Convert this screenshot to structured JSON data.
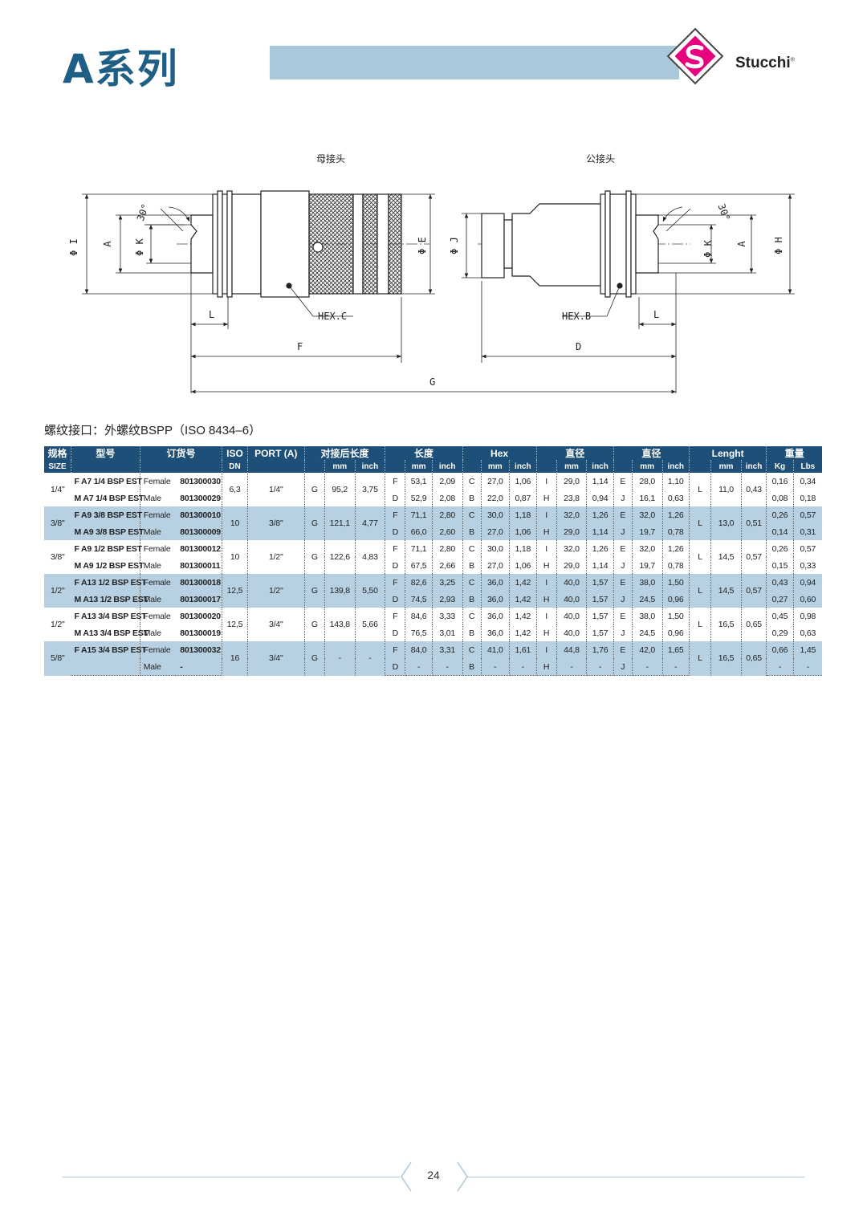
{
  "header": {
    "title": "A系列",
    "brand": "Stucchi",
    "brand_mark": "®"
  },
  "drawing": {
    "female_label": "母接头",
    "male_label": "公接头",
    "left_dims": {
      "phi_i": "Φ I",
      "a": "A",
      "phi_k": "Φ K",
      "angle": "30°",
      "phi_e": "Φ E",
      "hex": "HEX.C",
      "l": "L",
      "f": "F"
    },
    "right_dims": {
      "phi_j": "Φ J",
      "phi_k": "Φ K",
      "a": "A",
      "phi_h": "Φ H",
      "angle": "30°",
      "hex": "HEX.B",
      "l": "L",
      "d": "D"
    },
    "g": "G"
  },
  "thread_caption": "螺纹接口：外螺纹BSPP（ISO 8434–6）",
  "table": {
    "header1": [
      "规格",
      "型号",
      "订货号",
      "ISO",
      "PORT (A)",
      "对接后长度",
      "长度",
      "Hex",
      "直径",
      "直径",
      "Lenght",
      "重量"
    ],
    "header2": {
      "size": "SIZE",
      "dn": "DN",
      "mm": "mm",
      "inch": "inch",
      "kg": "Kg",
      "lbs": "Lbs"
    },
    "groups": [
      {
        "size": "1/4\"",
        "dn": "6,3",
        "port": "1/4\"",
        "g": "G",
        "g_mm": "95,2",
        "g_in": "3,75",
        "l": "L",
        "l_mm": "11,0",
        "l_in": "0,43",
        "rows": [
          {
            "model": "F A7 1/4 BSP EST",
            "gender": "Female",
            "code": "801300030",
            "c1": "F",
            "c1mm": "53,1",
            "c1in": "2,09",
            "c2": "C",
            "c2mm": "27,0",
            "c2in": "1,06",
            "c3": "I",
            "c3mm": "29,0",
            "c3in": "1,14",
            "c4": "E",
            "c4mm": "28,0",
            "c4in": "1,10",
            "kg": "0,16",
            "lbs": "0,34"
          },
          {
            "model": "M A7 1/4 BSP EST",
            "gender": "Male",
            "code": "801300029",
            "c1": "D",
            "c1mm": "52,9",
            "c1in": "2,08",
            "c2": "B",
            "c2mm": "22,0",
            "c2in": "0,87",
            "c3": "H",
            "c3mm": "23,8",
            "c3in": "0,94",
            "c4": "J",
            "c4mm": "16,1",
            "c4in": "0,63",
            "kg": "0,08",
            "lbs": "0,18"
          }
        ]
      },
      {
        "size": "3/8\"",
        "dn": "10",
        "port": "3/8\"",
        "g": "G",
        "g_mm": "121,1",
        "g_in": "4,77",
        "l": "L",
        "l_mm": "13,0",
        "l_in": "0,51",
        "rows": [
          {
            "model": "F A9 3/8 BSP EST",
            "gender": "Female",
            "code": "801300010",
            "c1": "F",
            "c1mm": "71,1",
            "c1in": "2,80",
            "c2": "C",
            "c2mm": "30,0",
            "c2in": "1,18",
            "c3": "I",
            "c3mm": "32,0",
            "c3in": "1,26",
            "c4": "E",
            "c4mm": "32,0",
            "c4in": "1,26",
            "kg": "0,26",
            "lbs": "0,57"
          },
          {
            "model": "M A9 3/8 BSP EST",
            "gender": "Male",
            "code": "801300009",
            "c1": "D",
            "c1mm": "66,0",
            "c1in": "2,60",
            "c2": "B",
            "c2mm": "27,0",
            "c2in": "1,06",
            "c3": "H",
            "c3mm": "29,0",
            "c3in": "1,14",
            "c4": "J",
            "c4mm": "19,7",
            "c4in": "0,78",
            "kg": "0,14",
            "lbs": "0,31"
          }
        ]
      },
      {
        "size": "3/8\"",
        "dn": "10",
        "port": "1/2\"",
        "g": "G",
        "g_mm": "122,6",
        "g_in": "4,83",
        "l": "L",
        "l_mm": "14,5",
        "l_in": "0,57",
        "rows": [
          {
            "model": "F A9 1/2 BSP EST",
            "gender": "Female",
            "code": "801300012",
            "c1": "F",
            "c1mm": "71,1",
            "c1in": "2,80",
            "c2": "C",
            "c2mm": "30,0",
            "c2in": "1,18",
            "c3": "I",
            "c3mm": "32,0",
            "c3in": "1,26",
            "c4": "E",
            "c4mm": "32,0",
            "c4in": "1,26",
            "kg": "0,26",
            "lbs": "0,57"
          },
          {
            "model": "M A9 1/2 BSP EST",
            "gender": "Male",
            "code": "801300011",
            "c1": "D",
            "c1mm": "67,5",
            "c1in": "2,66",
            "c2": "B",
            "c2mm": "27,0",
            "c2in": "1,06",
            "c3": "H",
            "c3mm": "29,0",
            "c3in": "1,14",
            "c4": "J",
            "c4mm": "19,7",
            "c4in": "0,78",
            "kg": "0,15",
            "lbs": "0,33"
          }
        ]
      },
      {
        "size": "1/2\"",
        "dn": "12,5",
        "port": "1/2\"",
        "g": "G",
        "g_mm": "139,8",
        "g_in": "5,50",
        "l": "L",
        "l_mm": "14,5",
        "l_in": "0,57",
        "rows": [
          {
            "model": "F A13 1/2 BSP EST",
            "gender": "Female",
            "code": "801300018",
            "c1": "F",
            "c1mm": "82,6",
            "c1in": "3,25",
            "c2": "C",
            "c2mm": "36,0",
            "c2in": "1,42",
            "c3": "I",
            "c3mm": "40,0",
            "c3in": "1,57",
            "c4": "E",
            "c4mm": "38,0",
            "c4in": "1,50",
            "kg": "0,43",
            "lbs": "0,94"
          },
          {
            "model": "M A13 1/2 BSP EST",
            "gender": "Male",
            "code": "801300017",
            "c1": "D",
            "c1mm": "74,5",
            "c1in": "2,93",
            "c2": "B",
            "c2mm": "36,0",
            "c2in": "1,42",
            "c3": "H",
            "c3mm": "40,0",
            "c3in": "1,57",
            "c4": "J",
            "c4mm": "24,5",
            "c4in": "0,96",
            "kg": "0,27",
            "lbs": "0,60"
          }
        ]
      },
      {
        "size": "1/2\"",
        "dn": "12,5",
        "port": "3/4\"",
        "g": "G",
        "g_mm": "143,8",
        "g_in": "5,66",
        "l": "L",
        "l_mm": "16,5",
        "l_in": "0,65",
        "rows": [
          {
            "model": "F A13 3/4 BSP EST",
            "gender": "Female",
            "code": "801300020",
            "c1": "F",
            "c1mm": "84,6",
            "c1in": "3,33",
            "c2": "C",
            "c2mm": "36,0",
            "c2in": "1,42",
            "c3": "I",
            "c3mm": "40,0",
            "c3in": "1,57",
            "c4": "E",
            "c4mm": "38,0",
            "c4in": "1,50",
            "kg": "0,45",
            "lbs": "0,98"
          },
          {
            "model": "M A13 3/4 BSP EST",
            "gender": "Male",
            "code": "801300019",
            "c1": "D",
            "c1mm": "76,5",
            "c1in": "3,01",
            "c2": "B",
            "c2mm": "36,0",
            "c2in": "1,42",
            "c3": "H",
            "c3mm": "40,0",
            "c3in": "1,57",
            "c4": "J",
            "c4mm": "24,5",
            "c4in": "0,96",
            "kg": "0,29",
            "lbs": "0,63"
          }
        ]
      },
      {
        "size": "5/8\"",
        "dn": "16",
        "port": "3/4\"",
        "g": "G",
        "g_mm": "-",
        "g_in": "-",
        "l": "L",
        "l_mm": "16,5",
        "l_in": "0,65",
        "rows": [
          {
            "model": "F A15 3/4 BSP EST",
            "gender": "Female",
            "code": "801300032",
            "c1": "F",
            "c1mm": "84,0",
            "c1in": "3,31",
            "c2": "C",
            "c2mm": "41,0",
            "c2in": "1,61",
            "c3": "I",
            "c3mm": "44,8",
            "c3in": "1,76",
            "c4": "E",
            "c4mm": "42,0",
            "c4in": "1,65",
            "kg": "0,66",
            "lbs": "1,45"
          },
          {
            "model": "",
            "gender": "Male",
            "code": "-",
            "c1": "D",
            "c1mm": "-",
            "c1in": "-",
            "c2": "B",
            "c2mm": "-",
            "c2in": "-",
            "c3": "H",
            "c3mm": "-",
            "c3in": "-",
            "c4": "J",
            "c4mm": "-",
            "c4in": "-",
            "kg": "-",
            "lbs": "-"
          }
        ]
      }
    ]
  },
  "footer": {
    "page": "24"
  },
  "colors": {
    "title": "#1f5f86",
    "band": "#a9c8da",
    "table_head": "#1d4f78",
    "row_shade": "#b7d1e2",
    "logo_pink": "#e6007e"
  }
}
